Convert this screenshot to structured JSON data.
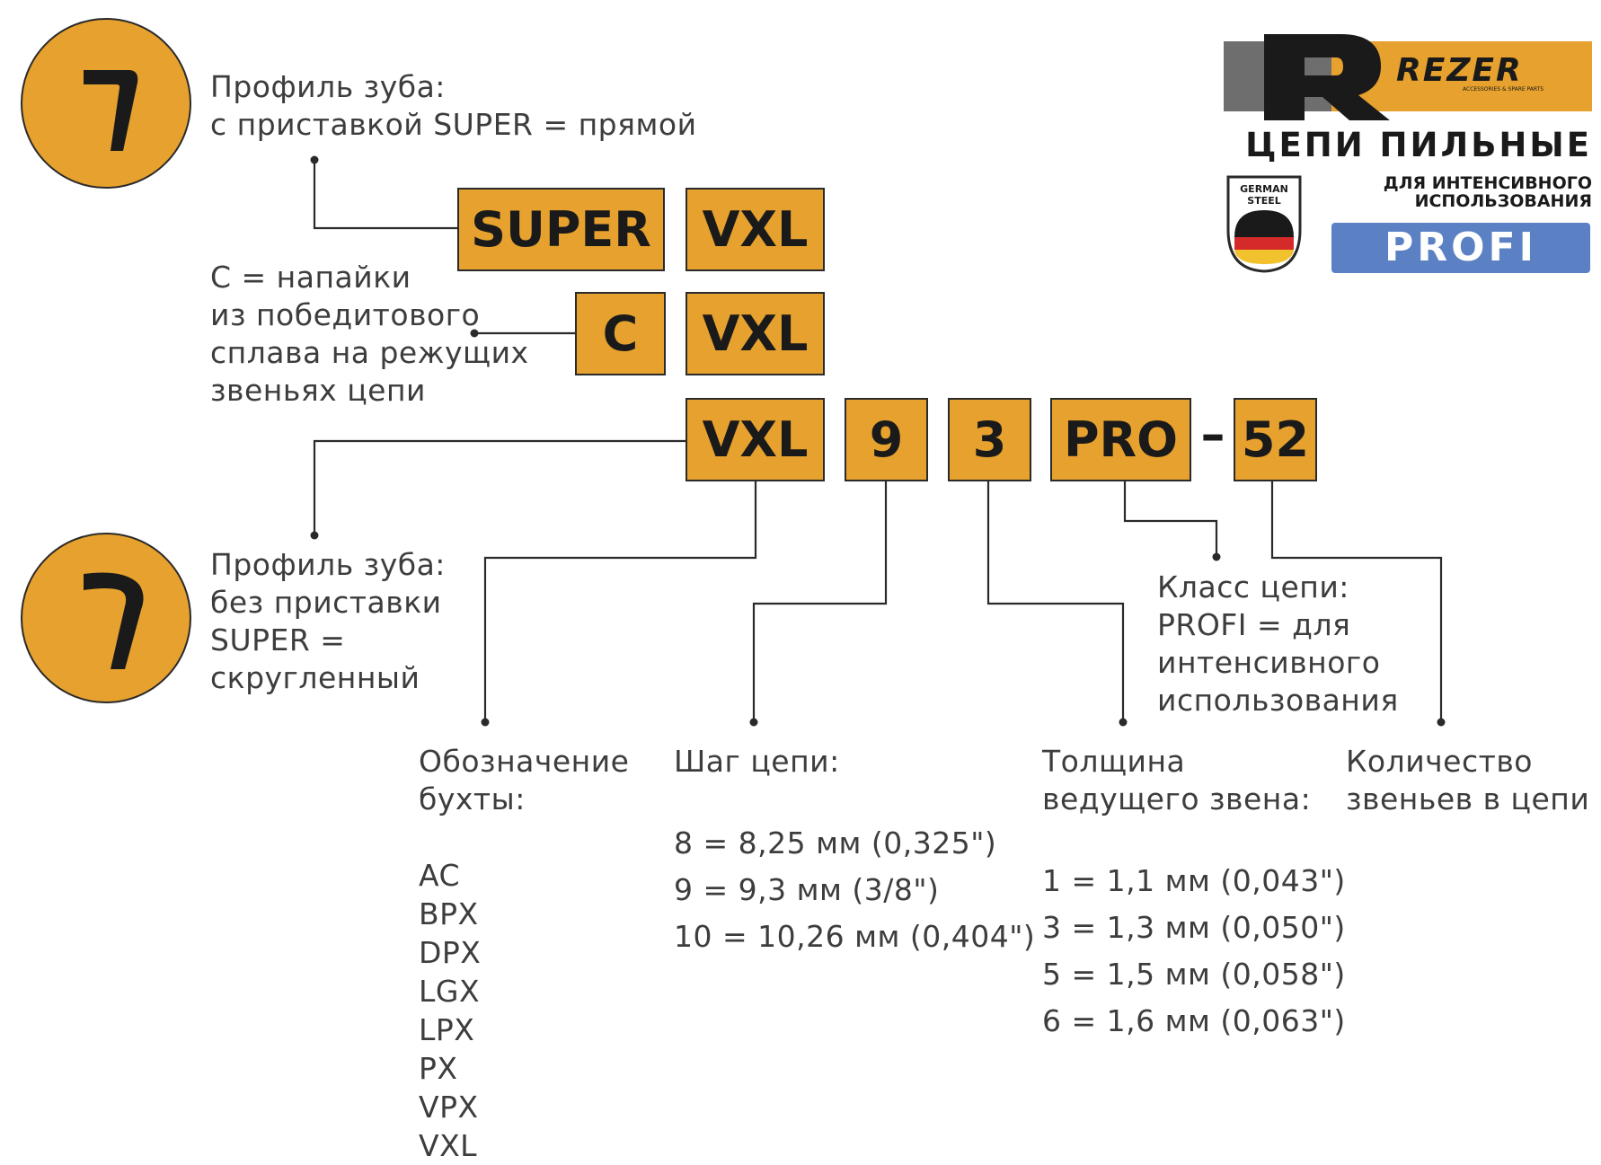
{
  "logo": {
    "brand": "REZER",
    "brand_tagline": "ACCESSORIES & SPARE PARTS",
    "title": "ЦЕПИ ПИЛЬНЫЕ",
    "subtitle_line1": "ДЛЯ ИНТЕНСИВНОГО",
    "subtitle_line2": "ИСПОЛЬЗОВАНИЯ",
    "badge_line1": "GERMAN",
    "badge_line2": "STEEL",
    "class_label": "PROFI",
    "colors": {
      "dark_gray": "#6e6e6e",
      "orange": "#e6a12e",
      "blue": "#5b81c4",
      "black": "#1a1a1a"
    }
  },
  "accent_color": "#e6a12e",
  "code_boxes": {
    "row1": [
      "SUPER",
      "VXL"
    ],
    "row2": [
      "C",
      "VXL"
    ],
    "row3": [
      "VXL",
      "9",
      "3",
      "PRO",
      "52"
    ],
    "dash": "–"
  },
  "annotations": {
    "profile_super": {
      "line1": "Профиль зуба:",
      "line2": "с приставкой SUPER = прямой"
    },
    "carbide": {
      "line1": "С = напайки",
      "line2": "из победитового",
      "line3": "сплава на режущих",
      "line4": "звеньях цепи"
    },
    "profile_round": {
      "line1": "Профиль зуба:",
      "line2": "без приставки",
      "line3": "SUPER =",
      "line4": "скругленный"
    },
    "chain_class": {
      "line1": "Класс цепи:",
      "line2": "PROFI = для",
      "line3": "интенсивного",
      "line4": "использования"
    }
  },
  "legend": {
    "spool": {
      "title_line1": "Обозначение",
      "title_line2": "бухты:",
      "items": [
        "AC",
        "BPX",
        "DPX",
        "LGX",
        "LPX",
        "PX",
        "VPX",
        "VXL"
      ]
    },
    "pitch": {
      "title": "Шаг цепи:",
      "items": [
        "8 = 8,25 мм (0,325\")",
        "9 = 9,3 мм (3/8\")",
        "10 = 10,26 мм (0,404\")"
      ]
    },
    "gauge": {
      "title_line1": "Толщина",
      "title_line2": "ведущего звена:",
      "items": [
        "1 = 1,1 мм (0,043\")",
        "3 = 1,3 мм (0,050\")",
        "5 = 1,5 мм (0,058\")",
        "6 = 1,6 мм (0,063\")"
      ]
    },
    "links": {
      "title_line1": "Количество",
      "title_line2": "звеньев в цепи"
    }
  }
}
